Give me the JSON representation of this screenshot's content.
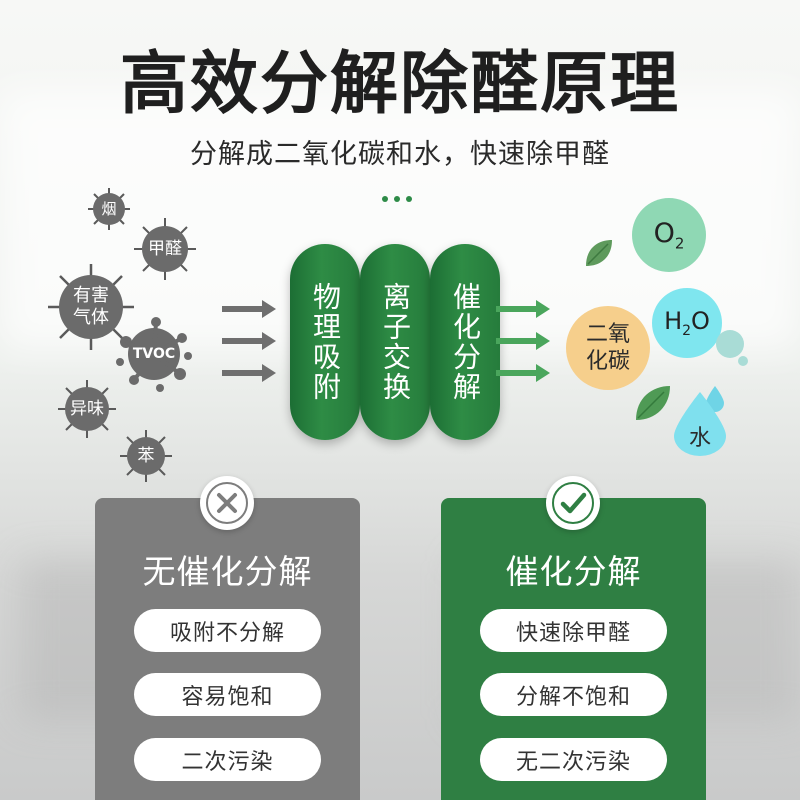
{
  "header": {
    "title": "高效分解除醛原理",
    "subtitle": "分解成二氧化碳和水，快速除甲醛"
  },
  "pollutants": [
    {
      "label": "烟"
    },
    {
      "label": "甲醛"
    },
    {
      "label": "有害\n气体"
    },
    {
      "label": "TVOC"
    },
    {
      "label": "异味"
    },
    {
      "label": "苯"
    }
  ],
  "process": {
    "steps": [
      {
        "label": "物理吸附"
      },
      {
        "label": "离子交换"
      },
      {
        "label": "催化分解"
      }
    ]
  },
  "results": {
    "o2": {
      "main": "O",
      "sub": "2"
    },
    "h2o": {
      "h": "H",
      "sub": "2",
      "o": "O"
    },
    "co2": {
      "label": "二氧\n化碳"
    },
    "water": {
      "label": "水"
    }
  },
  "comparison": {
    "left": {
      "icon": "cross-icon",
      "title": "无催化分解",
      "items": [
        "吸附不分解",
        "容易饱和",
        "二次污染"
      ]
    },
    "right": {
      "icon": "check-icon",
      "title": "催化分解",
      "items": [
        "快速除甲醛",
        "分解不饱和",
        "无二次污染"
      ]
    }
  },
  "colors": {
    "green": "#2f7f43",
    "gray": "#7d7d7d",
    "o2_bubble": "#8fd8b4",
    "h2o_bubble": "#7fe6ef",
    "co2_bubble": "#f6cf8c"
  }
}
